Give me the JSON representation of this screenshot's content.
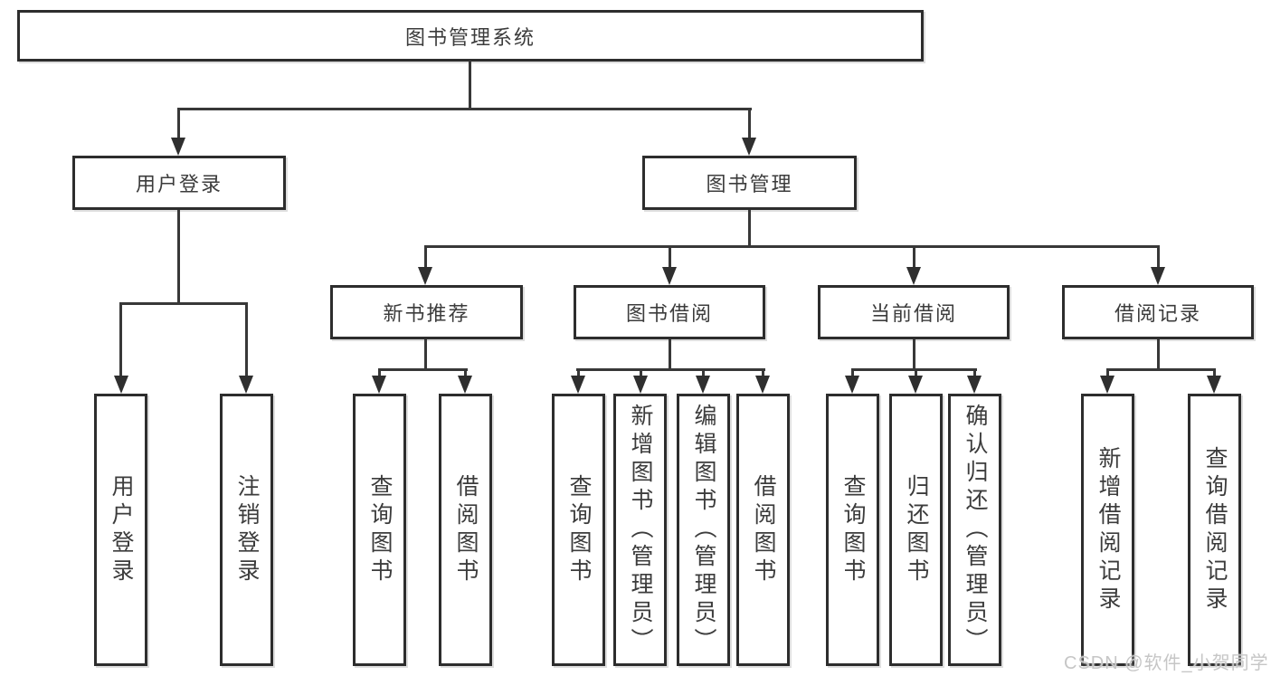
{
  "diagram": {
    "title": "图书管理系统",
    "children": [
      {
        "label": "用户登录",
        "children": [
          {
            "label": "用户登录"
          },
          {
            "label": "注销登录"
          }
        ]
      },
      {
        "label": "图书管理",
        "children": [
          {
            "label": "新书推荐",
            "children": [
              {
                "label": "查询图书"
              },
              {
                "label": "借阅图书"
              }
            ]
          },
          {
            "label": "图书借阅",
            "children": [
              {
                "label": "查询图书"
              },
              {
                "label": "新增图书（管理员）"
              },
              {
                "label": "编辑图书（管理员）"
              },
              {
                "label": "借阅图书"
              }
            ]
          },
          {
            "label": "当前借阅",
            "children": [
              {
                "label": "查询图书"
              },
              {
                "label": "归还图书"
              },
              {
                "label": "确认归还（管理员）"
              }
            ]
          },
          {
            "label": "借阅记录",
            "children": [
              {
                "label": "新增借阅记录"
              },
              {
                "label": "查询借阅记录"
              }
            ]
          }
        ]
      }
    ]
  },
  "watermark": {
    "text": "CSDN @软件_小贺同学"
  },
  "colors": {
    "line": "#383838",
    "border": "#2d2d2d",
    "text": "#3c3c3c",
    "watermark": "#c6c6c6"
  }
}
